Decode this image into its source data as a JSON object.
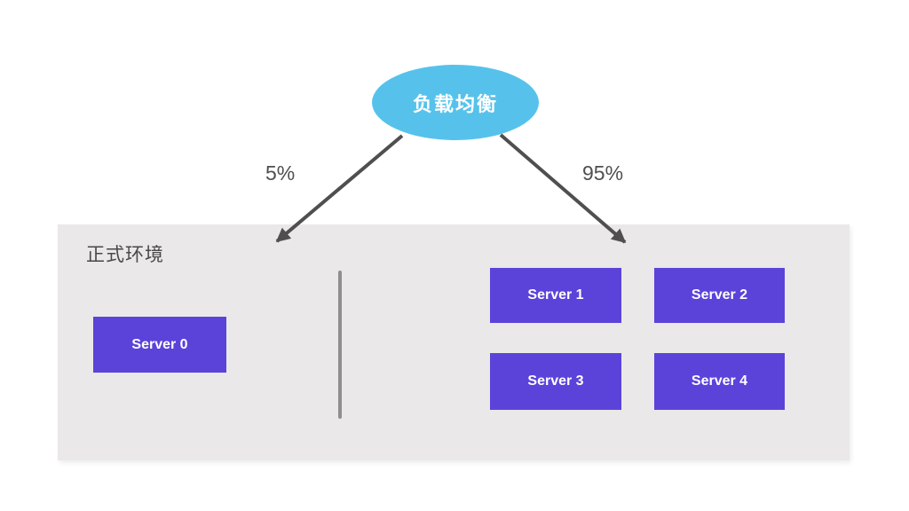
{
  "diagram_type": "load-balancer-traffic-split",
  "load_balancer": {
    "label": "负载均衡"
  },
  "edges": {
    "left": {
      "label": "5%"
    },
    "right": {
      "label": "95%"
    }
  },
  "environment": {
    "label": "正式环境"
  },
  "servers": [
    {
      "label": "Server 0",
      "group": "left"
    },
    {
      "label": "Server 1",
      "group": "right"
    },
    {
      "label": "Server 2",
      "group": "right"
    },
    {
      "label": "Server 3",
      "group": "right"
    },
    {
      "label": "Server 4",
      "group": "right"
    }
  ],
  "colors": {
    "node_fill": "#56c2eb",
    "server_fill": "#5b43da",
    "container_fill": "#eae8e8",
    "arrow_color": "#4f4f4f",
    "edge_label_color": "#4f4f4f",
    "container_label_color": "#484848",
    "divider_color": "#8e8e8e"
  }
}
